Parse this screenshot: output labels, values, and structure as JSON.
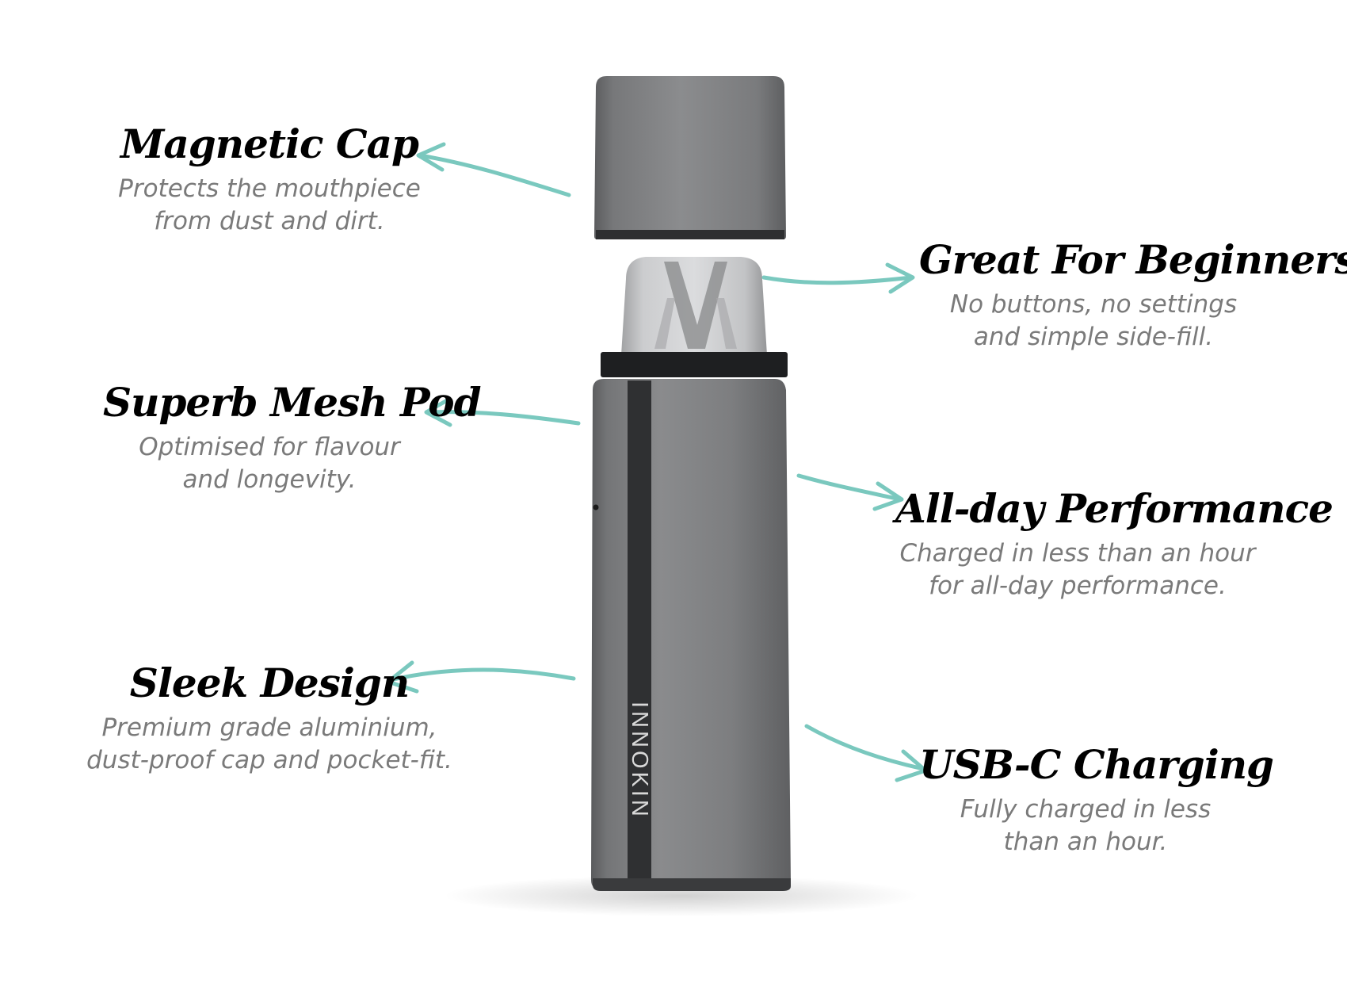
{
  "brand": {
    "logo_text": "INNOKIN"
  },
  "accent_color": "#6cc3b8",
  "features": {
    "magnetic_cap": {
      "title": "Magnetic Cap",
      "line1": "Protects the mouthpiece",
      "line2": "from dust and dirt."
    },
    "mesh_pod": {
      "title": "Superb Mesh Pod",
      "line1": "Optimised for flavour",
      "line2": "and longevity."
    },
    "sleek_design": {
      "title": "Sleek Design",
      "line1": "Premium grade aluminium,",
      "line2": "dust-proof cap and pocket-fit."
    },
    "beginners": {
      "title": "Great For Beginners",
      "line1": "No buttons, no settings",
      "line2": "and simple side-fill."
    },
    "all_day": {
      "title": "All-day Performance",
      "line1": "Charged in less than an hour",
      "line2": "for all-day performance."
    },
    "usb_c": {
      "title": "USB-C Charging",
      "line1": "Fully charged in less",
      "line2": "than an hour."
    }
  }
}
